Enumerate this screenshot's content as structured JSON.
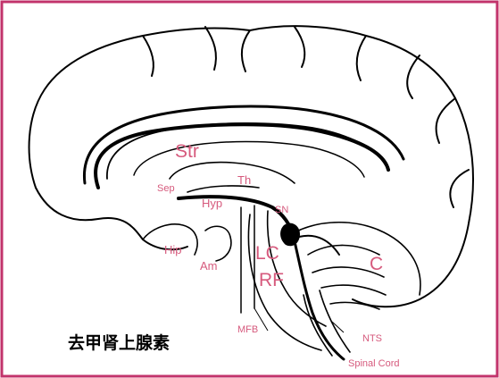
{
  "diagram": {
    "border_color": "#c2336b",
    "label_color": "#d65a7d",
    "line_color": "#000000",
    "labels": {
      "str": "Str",
      "th": "Th",
      "sep": "Sep",
      "hyp": "Hyp",
      "sn": "SN",
      "hip": "Hip",
      "am": "Am",
      "lc": "LC",
      "rf": "RF",
      "c": "C",
      "mfb": "MFB",
      "nts": "NTS",
      "spinal_cord": "Spinal Cord"
    }
  },
  "caption": "去甲肾上腺素"
}
